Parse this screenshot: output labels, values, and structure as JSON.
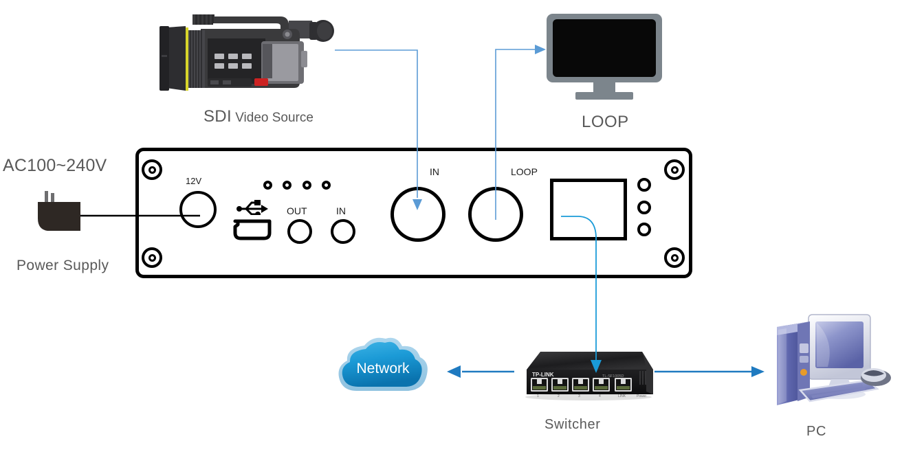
{
  "diagram": {
    "title": "SDI Encoder Connection Diagram",
    "accent_color": "#5b9bd5",
    "link_color": "#1f7ac0",
    "label_color": "#595959",
    "panel_text_color": "#1a1a1a"
  },
  "labels": {
    "sdi_source_prefix": "SDI",
    "sdi_source_suffix": " Video Source",
    "loop_monitor": "LOOP",
    "ac_input": "AC100~240V",
    "power_supply": "Power Supply",
    "switcher": "Switcher",
    "pc": "PC",
    "network": "Network"
  },
  "device_panel": {
    "ports": [
      {
        "name": "12v-power-jack",
        "label": "12V",
        "type": "barrel-jack"
      },
      {
        "name": "usb-port",
        "label": "",
        "type": "mini-usb"
      },
      {
        "name": "audio-out-jack",
        "label": "OUT",
        "type": "3.5mm-jack"
      },
      {
        "name": "audio-in-jack",
        "label": "IN",
        "type": "3.5mm-jack"
      },
      {
        "name": "sdi-in-bnc",
        "label": "IN",
        "type": "bnc"
      },
      {
        "name": "sdi-loop-bnc",
        "label": "LOOP",
        "type": "bnc"
      },
      {
        "name": "rj45-port",
        "label": "",
        "type": "rj45"
      }
    ],
    "led_count": 4,
    "side_hole_count": 3,
    "screw_count": 4
  },
  "devices": {
    "camera": {
      "name": "SDI Video Source",
      "icon": "camcorder-icon"
    },
    "monitor": {
      "name": "LOOP",
      "icon": "monitor-icon"
    },
    "psu": {
      "name": "Power Supply",
      "icon": "power-adapter-icon"
    },
    "cloud": {
      "name": "Network",
      "icon": "cloud-icon"
    },
    "switcher": {
      "name": "Switcher",
      "icon": "network-switch-icon",
      "brand": "TP-LINK",
      "port_count": 5
    },
    "pc": {
      "name": "PC",
      "icon": "desktop-computer-icon"
    }
  },
  "connections": [
    {
      "name": "camera-to-sdi-in",
      "from": "camera",
      "to": "sdi-in-bnc",
      "style": "thin-arrow"
    },
    {
      "name": "sdi-loop-to-monitor",
      "from": "sdi-loop-bnc",
      "to": "monitor",
      "style": "thin-arrow"
    },
    {
      "name": "psu-to-12v-jack",
      "from": "psu",
      "to": "12v-power-jack",
      "style": "black-cable"
    },
    {
      "name": "rj45-to-switcher",
      "from": "rj45-port",
      "to": "switcher",
      "style": "thin-arrow"
    },
    {
      "name": "switcher-to-network",
      "from": "switcher",
      "to": "cloud",
      "style": "thick-arrow"
    },
    {
      "name": "switcher-to-pc",
      "from": "switcher",
      "to": "pc",
      "style": "thick-arrow"
    }
  ]
}
